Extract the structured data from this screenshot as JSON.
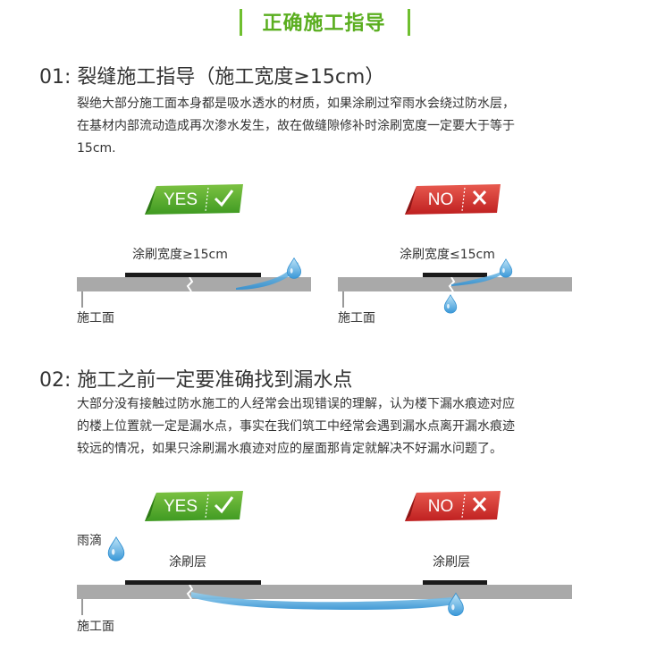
{
  "header": {
    "title": "正确施工指导"
  },
  "section1": {
    "title": "01: 裂缝施工指导（施工宽度≥15cm）",
    "lines": [
      "裂绝大部分施工面本身都是吸水透水的材质，如果涂刷过窄雨水会绕过防水层，",
      "在基材内部流动造成再次渗水发生，故在做缝隙修补时涂刷宽度一定要大于等于",
      "15cm."
    ],
    "yes_badge": "YES",
    "no_badge": "NO",
    "yes_label": "涂刷宽度≥15cm",
    "no_label": "涂刷宽度≤15cm",
    "surface_label_left": "施工面",
    "surface_label_right": "施工面"
  },
  "section2": {
    "title": "02: 施工之前一定要准确找到漏水点",
    "lines": [
      "大部分没有接触过防水施工的人经常会出现错误的理解，认为楼下漏水痕迹对应",
      "的楼上位置就一定是漏水点，事实在我们筑工中经常会遇到漏水点离开漏水痕迹",
      "较远的情况，如果只涂刷漏水痕迹对应的屋面那肯定就解决不好漏水问题了。"
    ],
    "yes_badge": "YES",
    "no_badge": "NO",
    "raindrop_label": "雨滴",
    "coat_label_left": "涂刷层",
    "coat_label_right": "涂刷层",
    "surface_label": "施工面"
  },
  "colors": {
    "green": "#58ad2c",
    "red": "#d63232",
    "water": "#4aa3dc",
    "surface": "#a9a9a9",
    "coat": "#1a1a1a"
  }
}
